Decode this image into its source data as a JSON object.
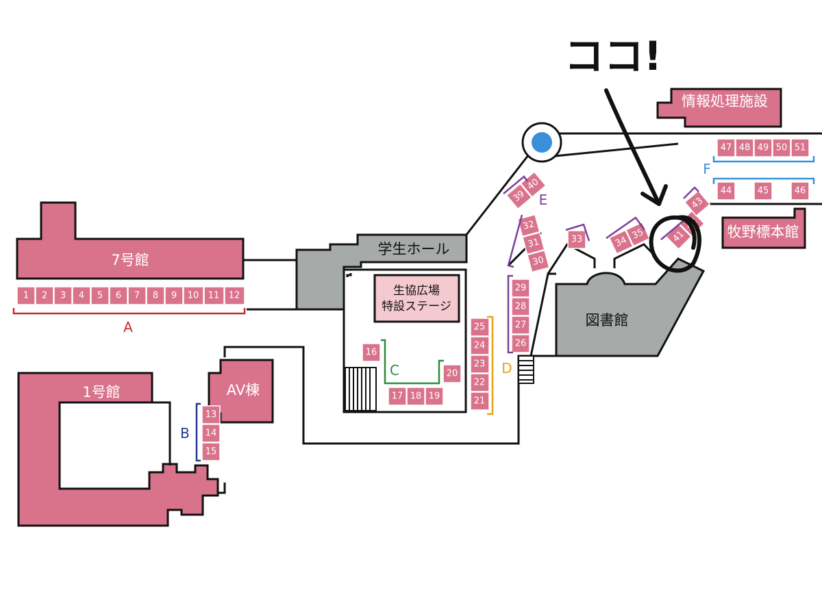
{
  "annotation": {
    "text": "ココ!"
  },
  "buildings": {
    "b7": "7号館",
    "b1": "1号館",
    "av": "AV棟",
    "student_hall": "学生ホール",
    "library": "図書館",
    "info_processing": "情報処理施設",
    "makino": "牧野標本館",
    "stage_line1": "生協広場",
    "stage_line2": "特設ステージ"
  },
  "booth_groups": [
    {
      "letter": "A",
      "color": "#c62b33"
    },
    {
      "letter": "B",
      "color": "#24378f"
    },
    {
      "letter": "C",
      "color": "#2e8b3a"
    },
    {
      "letter": "D",
      "color": "#e8a21a"
    },
    {
      "letter": "E",
      "color": "#7b3f9a"
    },
    {
      "letter": "F",
      "color": "#3a8fd9"
    }
  ],
  "booths": {
    "a": [
      "1",
      "2",
      "3",
      "4",
      "5",
      "6",
      "7",
      "8",
      "9",
      "10",
      "11",
      "12"
    ],
    "b": [
      "13",
      "14",
      "15"
    ],
    "c16": "16",
    "c_bottom": [
      "17",
      "18",
      "19"
    ],
    "c20": "20",
    "d_col": [
      "25",
      "24",
      "23",
      "22",
      "21"
    ],
    "e_col1": [
      "29",
      "28",
      "27",
      "26"
    ],
    "e_col2": [
      "32",
      "31",
      "30"
    ],
    "e33": "33",
    "e34": "34",
    "e35": "35",
    "e39": "39",
    "e40": "40",
    "e41": "41",
    "e42": "42",
    "e43": "43",
    "f_top": [
      "47",
      "48",
      "49",
      "50",
      "51"
    ],
    "f44": "44",
    "f45": "45",
    "f46": "46"
  },
  "marker_color": "#3a8fd9"
}
